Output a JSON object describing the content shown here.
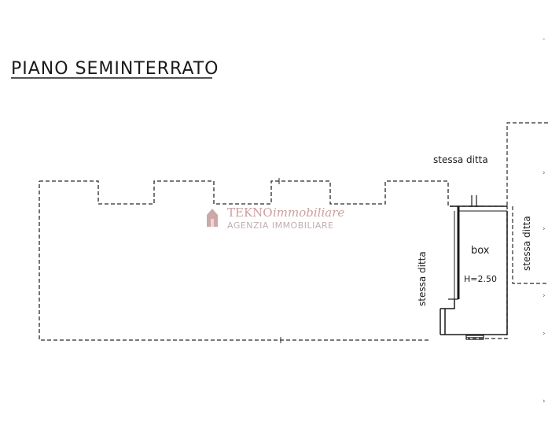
{
  "title": "PIANO SEMINTERRATO",
  "labels": {
    "top": "stessa ditta",
    "left": "stessa ditta",
    "right": "stessa ditta",
    "box": "box",
    "height": "H=2.50"
  },
  "watermark": {
    "brand": "TEKNO",
    "brand_suffix": "immobiliare",
    "tagline": "AGENZIA IMMOBILIARE"
  }
}
